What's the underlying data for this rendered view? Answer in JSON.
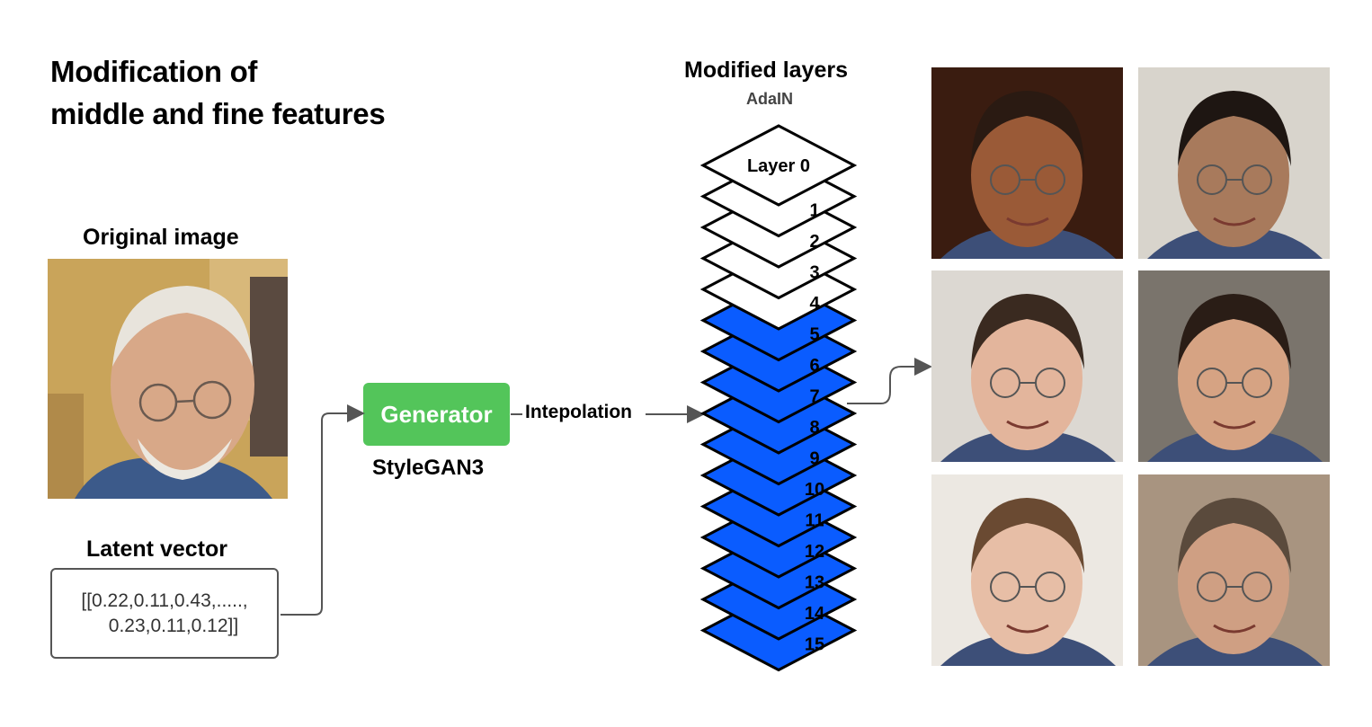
{
  "title_line1": "Modification  of",
  "title_line2": "middle and fine features",
  "original_image_label": "Original image",
  "latent_vector_label": "Latent vector",
  "latent_vector_line1": "[[0.22,0.11,0.43,.....,",
  "latent_vector_line2": "0.23,0.11,0.12]]",
  "generator_label": "Generator",
  "generator_model": "StyleGAN3",
  "interpolation_label": "Intepolation",
  "modified_layers_title": "Modified layers",
  "modified_layers_subtitle": "AdaIN",
  "layers": [
    {
      "label": "Layer 0",
      "modified": false
    },
    {
      "label": "1",
      "modified": false
    },
    {
      "label": "2",
      "modified": false
    },
    {
      "label": "3",
      "modified": false
    },
    {
      "label": "4",
      "modified": false
    },
    {
      "label": "5",
      "modified": true
    },
    {
      "label": "6",
      "modified": true
    },
    {
      "label": "7",
      "modified": true
    },
    {
      "label": "8",
      "modified": true
    },
    {
      "label": "9",
      "modified": true
    },
    {
      "label": "10",
      "modified": true
    },
    {
      "label": "11",
      "modified": true
    },
    {
      "label": "12",
      "modified": true
    },
    {
      "label": "13",
      "modified": true
    },
    {
      "label": "14",
      "modified": true
    },
    {
      "label": "15",
      "modified": true
    }
  ],
  "colors": {
    "modified_layer": "#0a5cff",
    "unmodified_layer": "#ffffff",
    "generator": "#53c55a",
    "arrow": "#555555"
  },
  "output_images": [
    {
      "skin": "#9a5a37",
      "hair": "#2a1a12",
      "bg": "#3a1c10"
    },
    {
      "skin": "#a87a5c",
      "hair": "#1e1612",
      "bg": "#d8d4cc"
    },
    {
      "skin": "#e3b59c",
      "hair": "#3a2a20",
      "bg": "#dcd8d2"
    },
    {
      "skin": "#d6a383",
      "hair": "#2a1d16",
      "bg": "#7a746c"
    },
    {
      "skin": "#e7bea6",
      "hair": "#6a4a32",
      "bg": "#ece8e2"
    },
    {
      "skin": "#cf9f83",
      "hair": "#5a4a3c",
      "bg": "#a89480"
    }
  ]
}
